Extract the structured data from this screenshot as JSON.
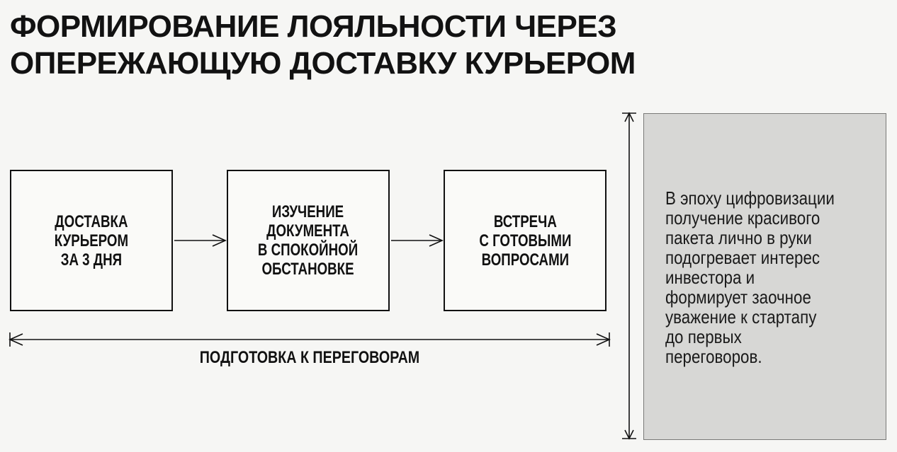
{
  "title": {
    "line1": "ФОРМИРОВАНИЕ ЛОЯЛЬНОСТИ ЧЕРЕЗ",
    "line2": "ОПЕРЕЖАЮЩУЮ ДОСТАВКУ КУРЬЕРОМ"
  },
  "steps": [
    {
      "label": "ДОСТАВКА\nКУРЬЕРОМ\nЗА 3 ДНЯ"
    },
    {
      "label": "ИЗУЧЕНИЕ\nДОКУМЕНТА\nВ СПОКОЙНОЙ\nОБСТАНОВКЕ"
    },
    {
      "label": "ВСТРЕЧА\nС ГОТОВЫМИ\nВОПРОСАМИ"
    }
  ],
  "span_caption": "ПОДГОТОВКА К ПЕРЕГОВОРАМ",
  "note": "В эпоху цифровизации\nполучение красивого\nпакета лично в руки\nподогревает интерес\nинвестора и\nформирует заочное\nуважение к стартапу\nдо первых\nпереговоров.",
  "colors": {
    "background": "#f6f6f4",
    "panel": "#d7d7d5",
    "ink": "#111111"
  }
}
